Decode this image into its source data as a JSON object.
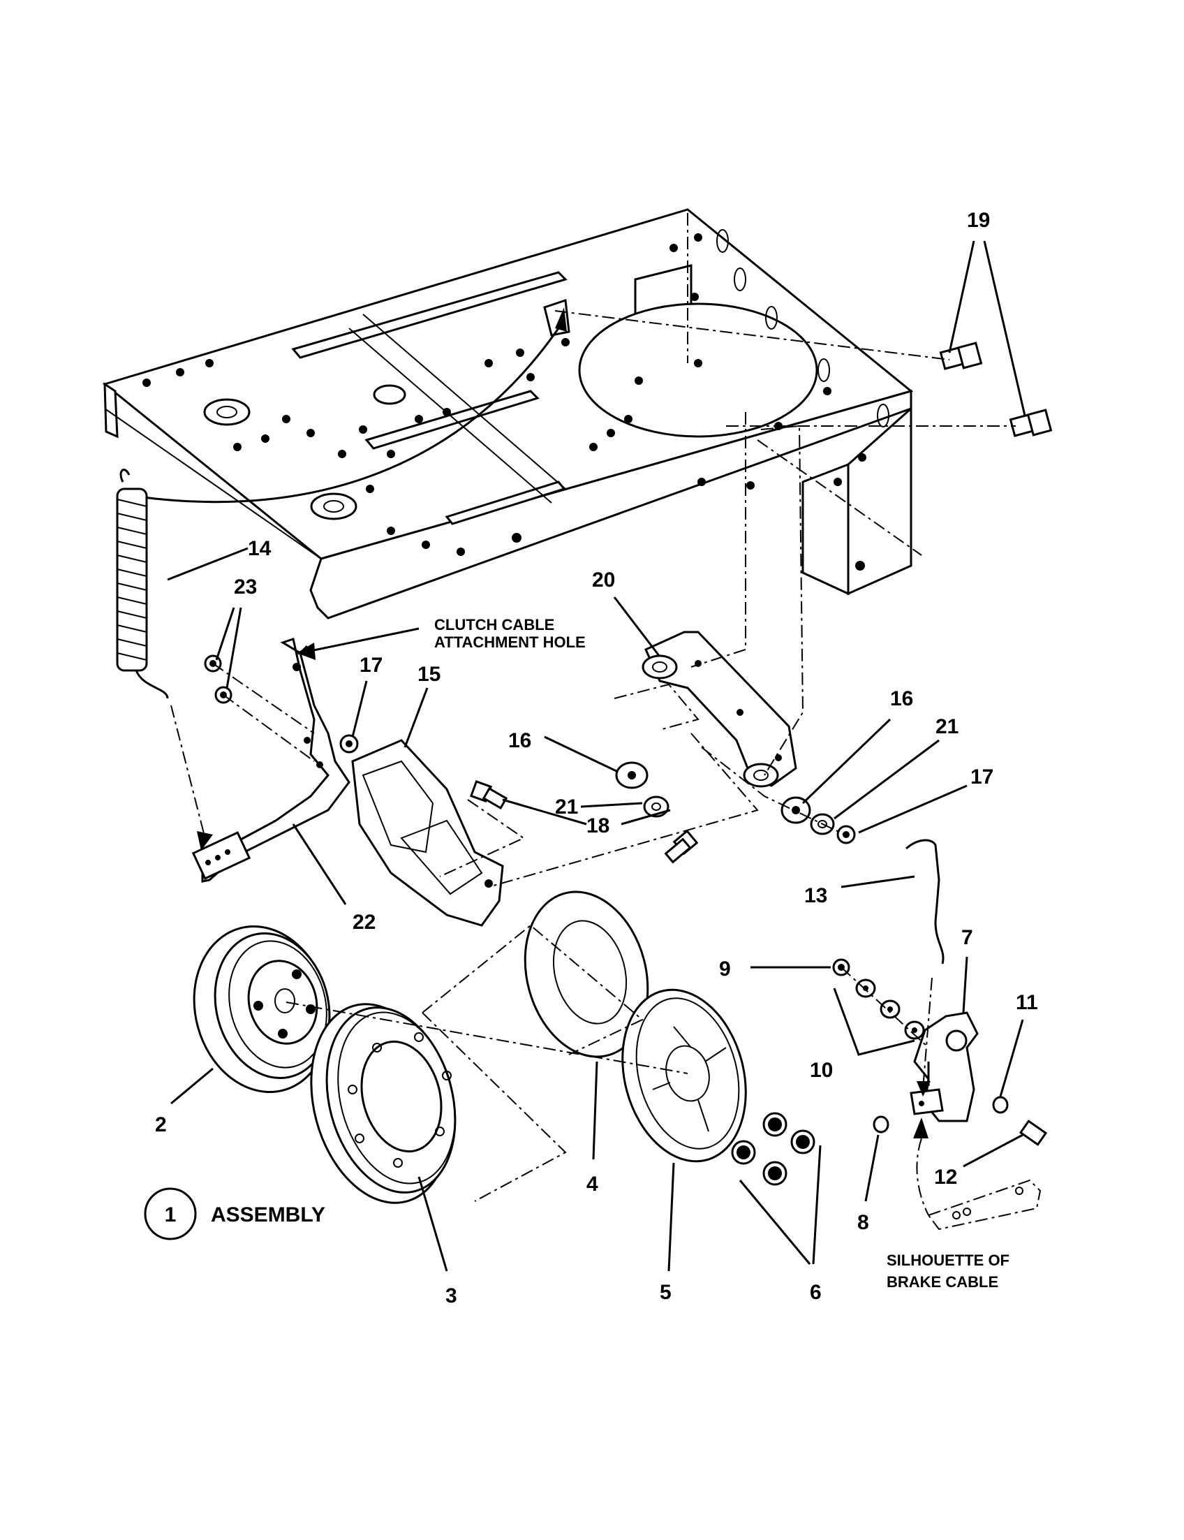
{
  "callouts": {
    "c2": "2",
    "c3": "3",
    "c4": "4",
    "c5": "5",
    "c6": "6",
    "c7": "7",
    "c8": "8",
    "c9": "9",
    "c10": "10",
    "c11": "11",
    "c12": "12",
    "c13": "13",
    "c14": "14",
    "c15": "15",
    "c16a": "16",
    "c16b": "16",
    "c17a": "17",
    "c17b": "17",
    "c18": "18",
    "c19": "19",
    "c20": "20",
    "c21a": "21",
    "c21b": "21",
    "c22": "22",
    "c23": "23"
  },
  "notes": {
    "clutch_line1": "CLUTCH CABLE",
    "clutch_line2": "ATTACHMENT HOLE",
    "silhouette_line1": "SILHOUETTE OF",
    "silhouette_line2": "BRAKE CABLE"
  },
  "assembly": {
    "number": "1",
    "label": "ASSEMBLY"
  }
}
